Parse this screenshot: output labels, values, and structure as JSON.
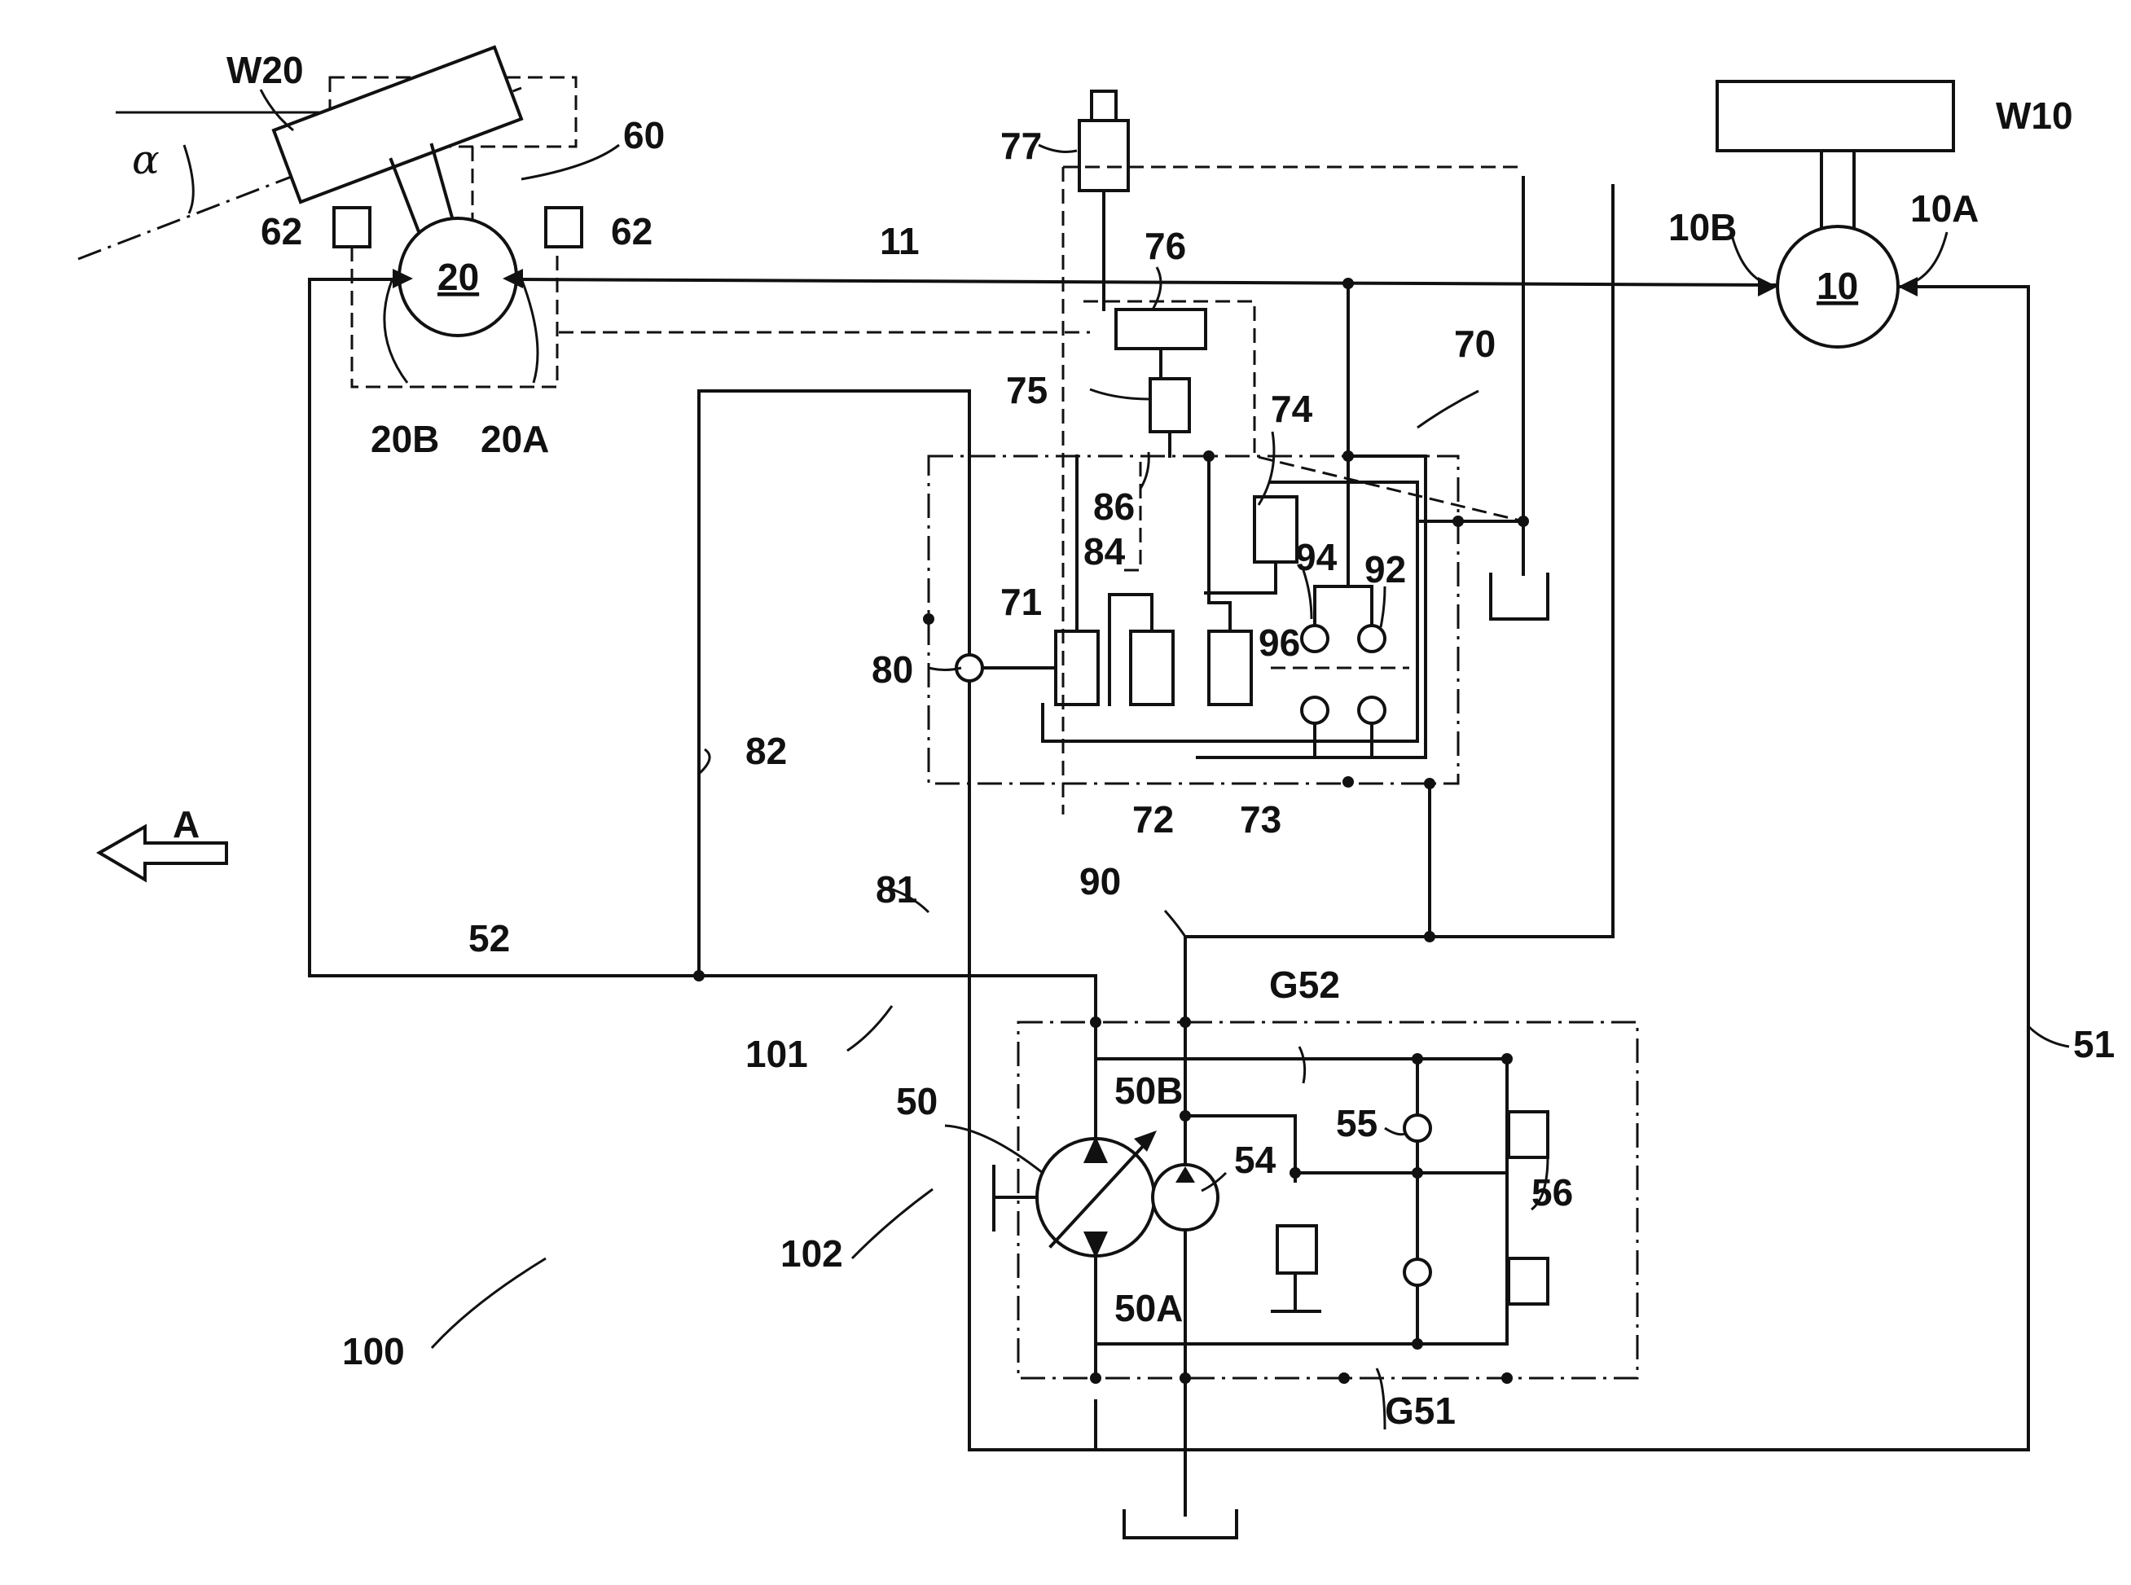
{
  "labels": {
    "wheel_front": "W20",
    "wheel_rear": "W10",
    "angle": "α",
    "steering_unit": "60",
    "sensor_left": "62",
    "sensor_right": "62",
    "motor_front": "20",
    "motor_front_port_b": "20B",
    "motor_front_port_a": "20A",
    "motor_rear": "10",
    "motor_rear_port_b": "10B",
    "motor_rear_port_a": "10A",
    "line_11": "11",
    "valve_77": "77",
    "valve_76": "76",
    "valve_75": "75",
    "valve_74": "74",
    "block_70": "70",
    "item_86": "86",
    "item_84": "84",
    "valve_71": "71",
    "valve_72": "72",
    "valve_73": "73",
    "check_94": "94",
    "check_92": "92",
    "item_96": "96",
    "shuttle_80": "80",
    "line_82": "82",
    "line_81": "81",
    "direction_a": "A",
    "line_52": "52",
    "item_90": "90",
    "g52": "G52",
    "circuit_101": "101",
    "pump_50": "50",
    "port_50b": "50B",
    "port_50a": "50A",
    "pump_54": "54",
    "check_55": "55",
    "relief_56": "56",
    "circuit_102": "102",
    "g51": "G51",
    "system_100": "100",
    "line_51": "51"
  }
}
